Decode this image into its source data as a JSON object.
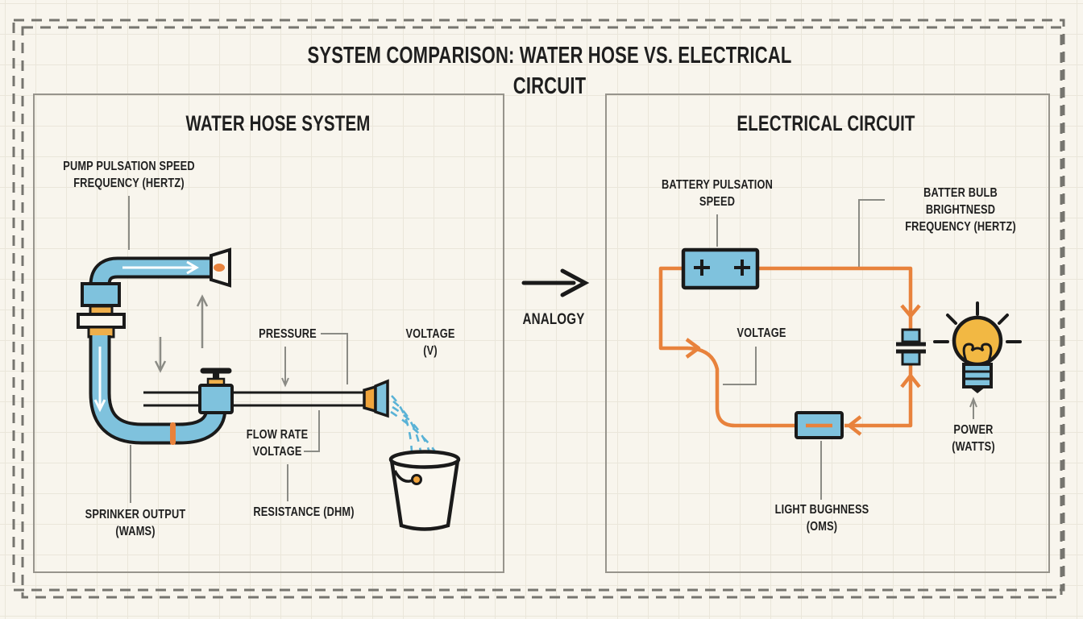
{
  "title": "SYSTEM COMPARISON: WATER HOSE VS. ELECTRICAL CIRCUIT",
  "arrow": {
    "label": "ANALOGY"
  },
  "water_panel": {
    "title": "WATER HOSE SYSTEM",
    "labels": {
      "pump": "PUMP PULSATION SPEED\nFREQUENCY (HERTZ)",
      "pressure": "PRESSURE",
      "voltage": "VOLTAGE\n(V)",
      "flow_rate": "FLOW RATE\nVOLTAGE",
      "resistance": "RESISTANCE (DHM)",
      "sprinkler": "SPRINKER OUTPUT\n(WAMS)"
    }
  },
  "electrical_panel": {
    "title": "ELECTRICAL CIRCUIT",
    "labels": {
      "battery": "BATTERY PULSATION\nSPEED",
      "bulb": "BATTER BULB BRIGHTNESD\nFREQUENCY (HERTZ)",
      "voltage": "VOLTAGE",
      "power": "POWER\n(WATTS)",
      "light": "LIGHT BUGHNESS\n(OMS)"
    }
  },
  "colors": {
    "background": "#F8F5ED",
    "grid": "#EAE6DA",
    "ink": "#1A1A1A",
    "pipe_blue": "#7FC2DD",
    "wire_orange": "#E8823C",
    "band_orange": "#EFAF4B",
    "bulb_yellow": "#F2B843",
    "spray_blue": "#59B2D6",
    "leader_gray": "#8B8B85",
    "border_gray": "#76756F"
  }
}
